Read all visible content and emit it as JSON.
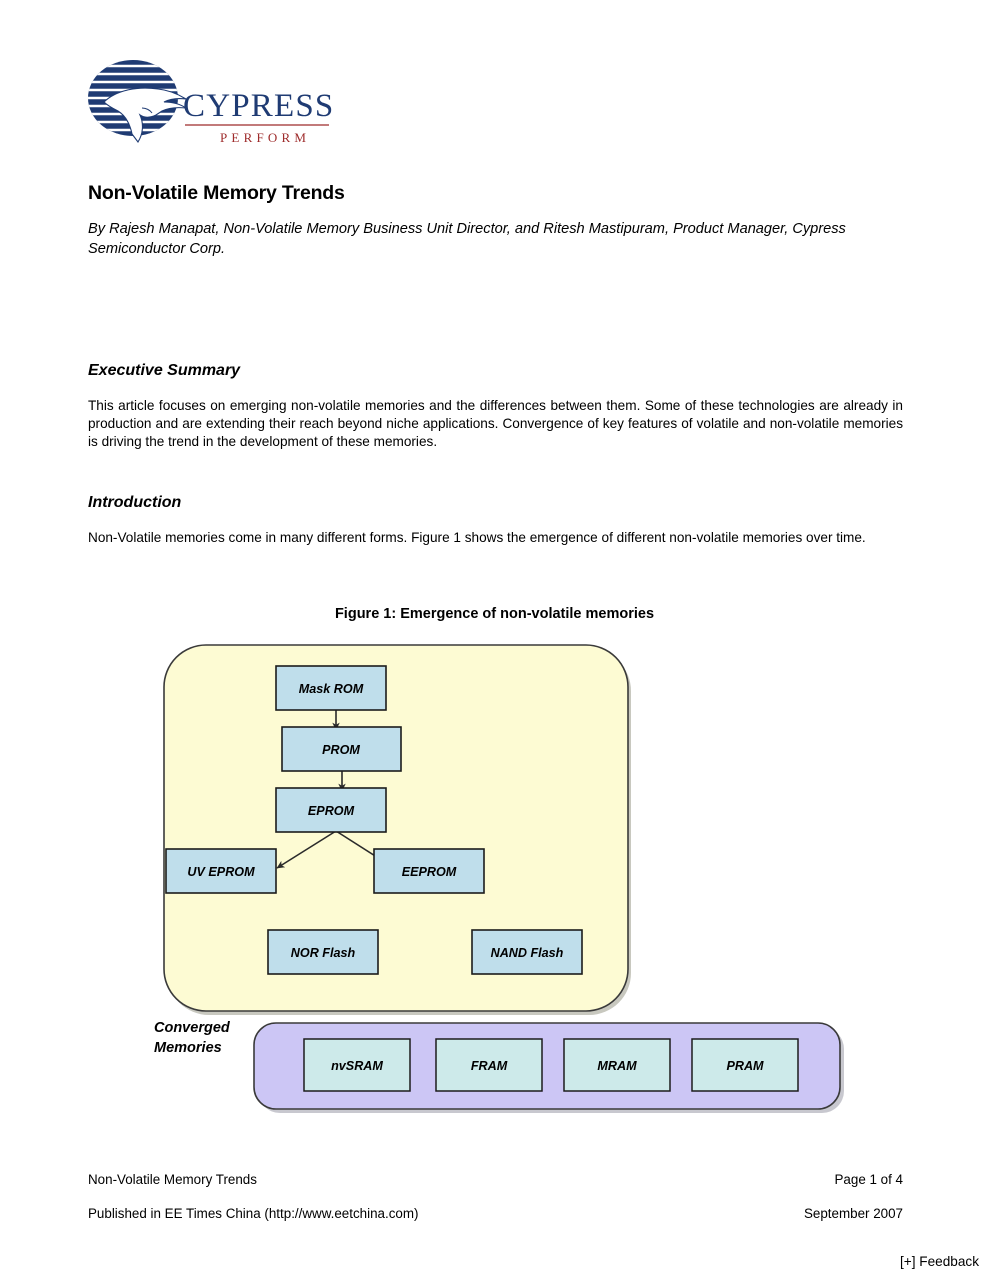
{
  "logo": {
    "wordmark": "CYPRESS",
    "tagline": "PERFORM",
    "brand_color": "#1f3b73",
    "accent_color": "#9e2b2b"
  },
  "document": {
    "title": "Non-Volatile Memory Trends",
    "byline": "By Rajesh Manapat, Non-Volatile Memory Business Unit Director, and Ritesh Mastipuram, Product Manager, Cypress Semiconductor Corp."
  },
  "sections": [
    {
      "heading": "Executive Summary",
      "body": "This article focuses on emerging non-volatile memories and the differences between them. Some of these technologies are already in production and are extending their reach beyond niche applications. Convergence of key features of volatile and non-volatile memories is driving the trend in the development of these memories."
    },
    {
      "heading": "Introduction",
      "body": "Non-Volatile memories come in many different forms. Figure 1 shows the emergence of different non-volatile memories over time."
    }
  ],
  "figure": {
    "caption": "Figure 1: Emergence of non-volatile memories",
    "container_fill": "#fdfbd3",
    "node_fill": "#bfdeeb",
    "converged_container_fill": "#ccc6f5",
    "converged_node_fill": "#cdeaea",
    "stroke": "#2b2b2b",
    "nodes": [
      {
        "id": "mask-rom",
        "label": "Mask ROM"
      },
      {
        "id": "prom",
        "label": "PROM"
      },
      {
        "id": "eprom",
        "label": "EPROM"
      },
      {
        "id": "uv-eprom",
        "label": "UV EPROM"
      },
      {
        "id": "eeprom",
        "label": "EEPROM"
      },
      {
        "id": "nor-flash",
        "label": "NOR Flash"
      },
      {
        "id": "nand-flash",
        "label": "NAND Flash"
      }
    ],
    "edges": [
      {
        "from": "Mask ROM",
        "to": "PROM"
      },
      {
        "from": "PROM",
        "to": "EPROM"
      },
      {
        "from": "EPROM",
        "to": "UV EPROM"
      },
      {
        "from": "EPROM",
        "to": "EEPROM"
      }
    ],
    "converged": {
      "label": "Converged Memories",
      "label_line1": "Converged",
      "label_line2": "Memories",
      "nodes": [
        {
          "id": "nvsram",
          "label": "nvSRAM"
        },
        {
          "id": "fram",
          "label": "FRAM"
        },
        {
          "id": "mram",
          "label": "MRAM"
        },
        {
          "id": "pram",
          "label": "PRAM"
        }
      ]
    }
  },
  "footer": {
    "doc_name": "Non-Volatile Memory Trends",
    "page_number": "Page 1 of 4",
    "published": "Published in EE Times China (http://www.eetchina.com)",
    "date": "September 2007",
    "feedback": "[+] Feedback"
  }
}
